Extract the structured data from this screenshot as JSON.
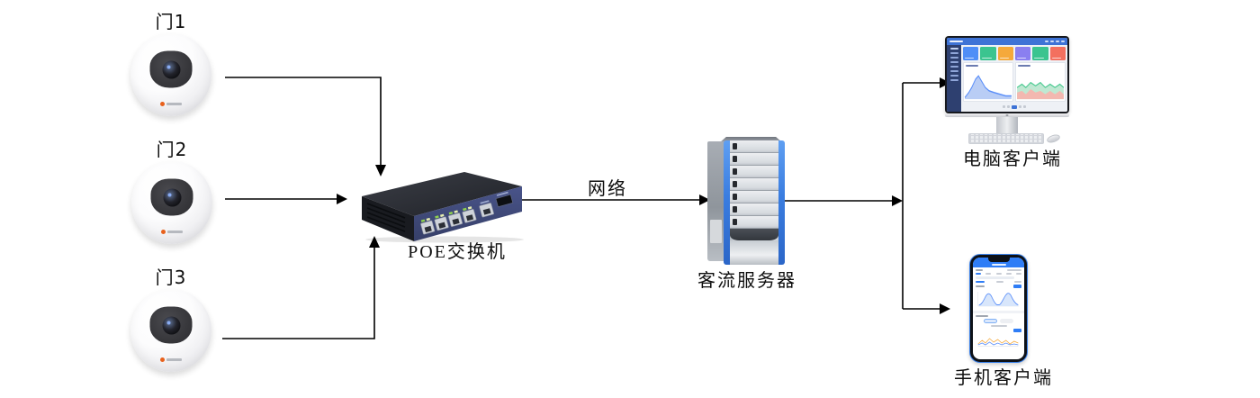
{
  "diagram": {
    "nodes": {
      "camera1": {
        "label": "门1",
        "type": "fisheye-camera"
      },
      "camera2": {
        "label": "门2",
        "type": "fisheye-camera"
      },
      "camera3": {
        "label": "门3",
        "type": "fisheye-camera"
      },
      "poe_switch": {
        "label": "POE交换机",
        "type": "poe-switch"
      },
      "server": {
        "label": "客流服务器",
        "type": "tower-server"
      },
      "pc_client": {
        "label": "电脑客户端",
        "type": "desktop-computer"
      },
      "mobile_client": {
        "label": "手机客户端",
        "type": "smartphone"
      }
    },
    "edges": [
      {
        "from": "camera1",
        "to": "poe_switch",
        "label": ""
      },
      {
        "from": "camera2",
        "to": "poe_switch",
        "label": ""
      },
      {
        "from": "camera3",
        "to": "poe_switch",
        "label": ""
      },
      {
        "from": "poe_switch",
        "to": "server",
        "label": "网络"
      },
      {
        "from": "server",
        "to": "pc_client",
        "label": ""
      },
      {
        "from": "server",
        "to": "mobile_client",
        "label": ""
      }
    ],
    "colors": {
      "connector": "#000000",
      "label_text": "#0e0e0e",
      "camera_body": "#f2f2f5",
      "camera_lens_panel": "#39393d",
      "camera_logo_accent": "#e8611c",
      "switch_top": "#2b2e35",
      "switch_front": "#414c7d",
      "server_rail_blue": "#3a7de0",
      "server_front": "#e9ecef",
      "pc_topbar": "#3e73d6",
      "pc_sidebar": "#2e4070",
      "pc_card_colors": [
        "#4f8ef7",
        "#3bc48f",
        "#f5a93b",
        "#8a7ff0",
        "#3bc48f",
        "#f3705f"
      ],
      "phone_accent": "#2f7df6",
      "phone_frame": "#0d1117"
    }
  }
}
